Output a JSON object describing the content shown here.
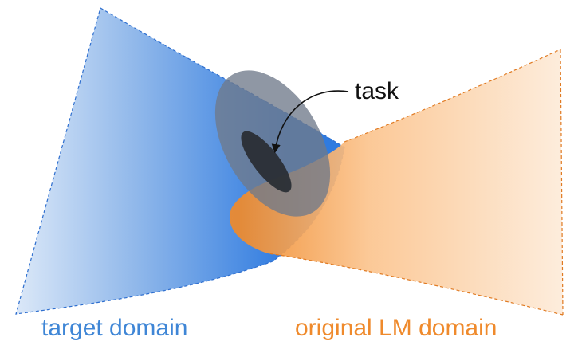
{
  "labels": {
    "task": "task",
    "target_domain": "target domain",
    "original_domain": "original LM domain"
  },
  "colors": {
    "target_light": "#dbe8f8",
    "target_mid": "#8fb7ea",
    "target_deep": "#2f7be0",
    "target_text": "#3f86d6",
    "original_light": "#fdebd9",
    "original_mid": "#fbc48e",
    "original_deep": "#f08a2a",
    "original_text": "#ef8a2c",
    "task_outer": "#6f7a8a",
    "task_inner": "#2a2e35",
    "arrow": "#111111",
    "task_text": "#111111"
  }
}
